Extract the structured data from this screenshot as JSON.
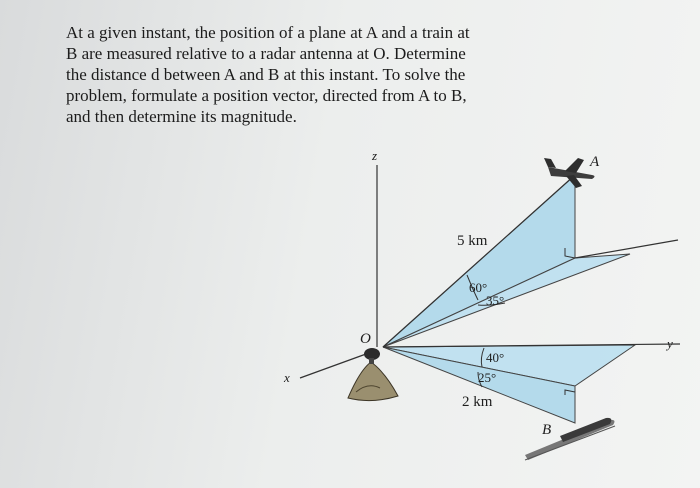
{
  "problem": {
    "lines": [
      "At a given instant, the position of a plane at A and a train at",
      "B are measured relative to a radar antenna at O. Determine",
      "the distance d between A and B at this instant. To solve the",
      "problem, formulate a position vector, directed from A to B,",
      "and then determine its magnitude."
    ]
  },
  "figure": {
    "axis_z": "z",
    "axis_x": "x",
    "axis_y": "y",
    "origin": "O",
    "point_a": "A",
    "point_b": "B",
    "plane_distance": "5 km",
    "plane_elevation": "60°",
    "plane_azimuth": "35°",
    "train_angle_1": "40°",
    "train_angle_2": "25°",
    "train_distance": "2 km",
    "colors": {
      "plane_fill": "#a9d6ea",
      "train_fill": "#a9d6ea",
      "edge": "#3c3c3c"
    }
  }
}
